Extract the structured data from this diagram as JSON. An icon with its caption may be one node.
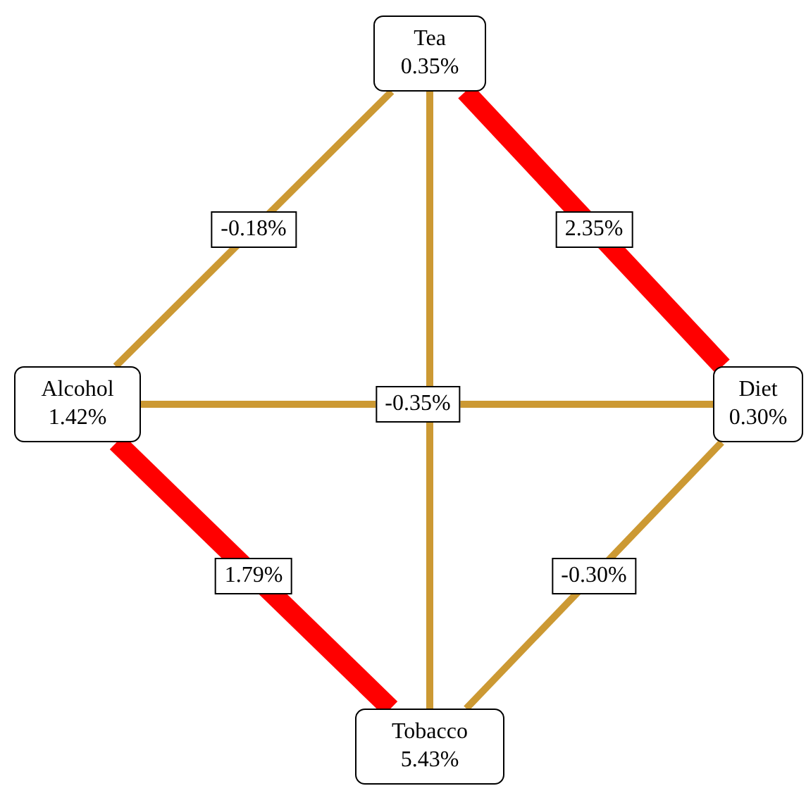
{
  "diagram": {
    "nodes": [
      {
        "text": [
          "Tea",
          "0.35%"
        ]
      },
      {
        "text": [
          "Alcohol",
          "1.42%"
        ]
      },
      {
        "text": [
          "Diet",
          "0.30%"
        ]
      },
      {
        "text": [
          "Tobacco",
          "5.43%"
        ]
      }
    ],
    "edges": [
      {
        "from": 0,
        "to": 1,
        "arrow": "none",
        "label": "-0.18%"
      },
      {
        "from": 0,
        "to": 2,
        "arrow": "none",
        "label": "2.35%",
        "style": "thick",
        "color": "#ff0000"
      },
      {
        "from": 0,
        "to": 3,
        "arrow": "none"
      },
      {
        "from": 1,
        "to": 2,
        "arrow": "none",
        "label": "-0.35%"
      },
      {
        "from": 1,
        "to": 3,
        "arrow": "none",
        "label": "1.79%",
        "style": "thick",
        "color": "#ff0000"
      },
      {
        "from": 2,
        "to": 3,
        "arrow": "none",
        "label": "-0.30%"
      }
    ]
  }
}
